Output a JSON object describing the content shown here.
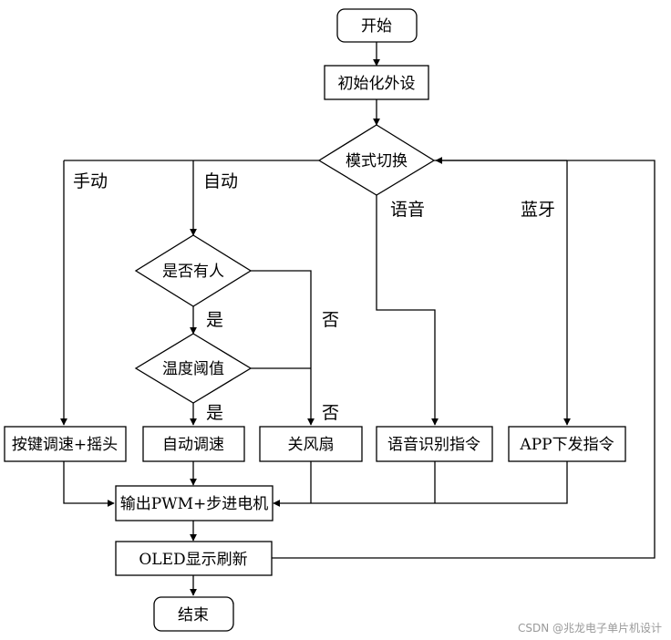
{
  "nodes": {
    "start": "开始",
    "init": "初始化外设",
    "mode_switch": "模式切换",
    "has_person": "是否有人",
    "temp_threshold": "温度阈值",
    "manual_speed": "按键调速+摇头",
    "auto_speed": "自动调速",
    "fan_off": "关风扇",
    "voice_cmd": "语音识别指令",
    "app_cmd": "APP下发指令",
    "output_motor": "输出PWM+步进电机",
    "oled_refresh": "OLED显示刷新",
    "end": "结束"
  },
  "labels": {
    "manual": "手动",
    "auto": "自动",
    "voice": "语音",
    "bluetooth": "蓝牙",
    "yes1": "是",
    "no1": "否",
    "yes2": "是",
    "no2": "否"
  },
  "watermark": "CSDN @兆龙电子单片机设计"
}
